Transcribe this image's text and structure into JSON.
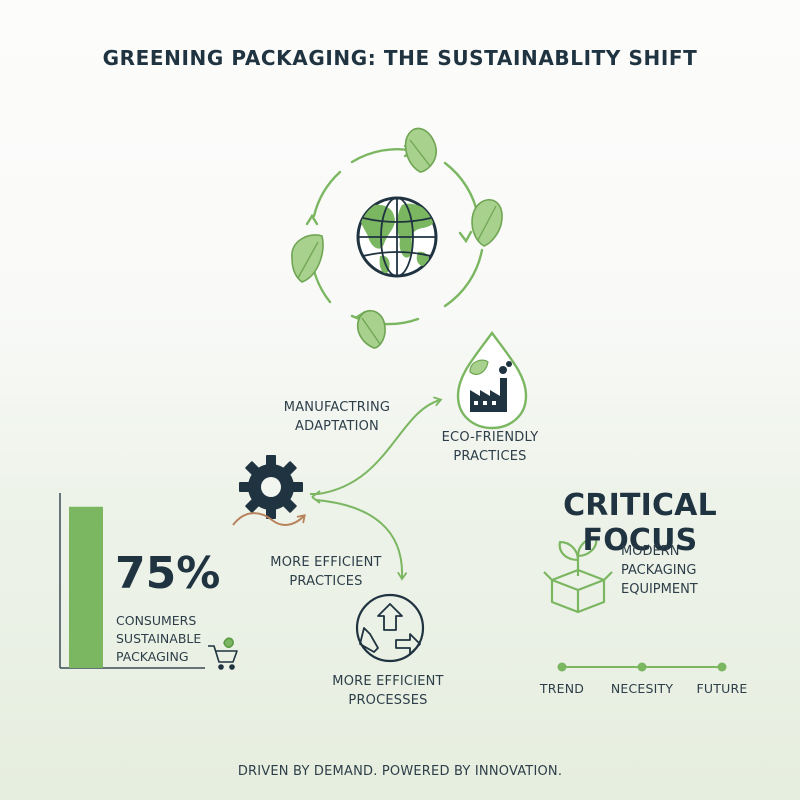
{
  "header": {
    "title": "GREENING PACKAGING: THE SUSTAINABLITY SHIFT"
  },
  "colors": {
    "green": "#7bb661",
    "dark": "#22323d",
    "copper": "#b7835c"
  },
  "icons": [
    "leaf-icon",
    "globe-icon",
    "factory-icon",
    "gear-icon",
    "recycle-icon",
    "sprout-box-icon",
    "shopping-cart-icon"
  ],
  "flow": {
    "manufacturing_label": "MANUFACTRING ADAPTATION",
    "eco_label": "ECO-FRIENDLY PRACTICES",
    "efficient_practices_label": "MORE EFFICIENT PRACTICES",
    "efficient_processes_label": "MORE EFFICIENT PROCESSES"
  },
  "stat": {
    "value": "75%",
    "fraction": 0.75,
    "label": "CONSUMERS SUSTAINABLE PACKAGING"
  },
  "focus": {
    "title": "CRITICAL FOCUS",
    "item": "MODERN PACKAGING EQUIPMENT",
    "timeline": [
      "TREND",
      "NECESITY",
      "FUTURE"
    ]
  },
  "footer": {
    "tagline": "DRIVEN BY DEMAND. POWERED BY INNOVATION."
  }
}
